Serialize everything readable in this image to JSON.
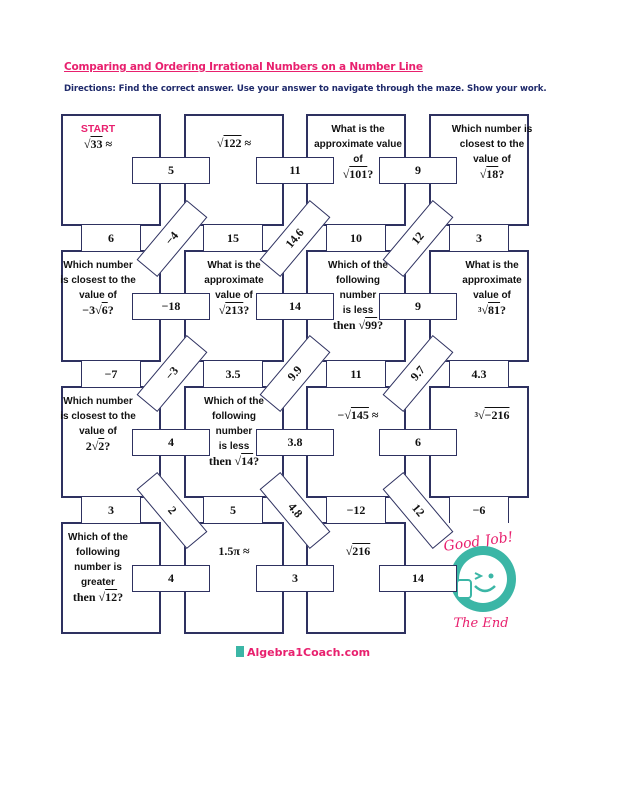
{
  "header": {
    "title": "Comparing and Ordering Irrational Numbers on a Number Line",
    "directions": "Directions: Find the correct answer. Use your answer to navigate through the maze. Show your work."
  },
  "cells": [
    {
      "start": "START",
      "lines": [],
      "math": {
        "pre": "",
        "root": "",
        "rad": "33",
        "post": " ≈"
      }
    },
    {
      "lines": [],
      "math": {
        "pre": "",
        "root": "",
        "rad": "122",
        "post": " ≈"
      }
    },
    {
      "lines": [
        "What is the",
        "approximate value",
        "of"
      ],
      "math": {
        "pre": "",
        "root": "",
        "rad": "101",
        "post": "?"
      }
    },
    {
      "lines": [
        "Which number is",
        "closest to the",
        "value of"
      ],
      "math": {
        "pre": "",
        "root": "",
        "rad": "18",
        "post": "?"
      }
    },
    {
      "lines": [
        "Which number",
        "is closest to the",
        "value of"
      ],
      "math": {
        "pre": "−3",
        "root": "",
        "rad": "6",
        "post": "?"
      }
    },
    {
      "lines": [
        "What is the",
        "approximate",
        "value of"
      ],
      "math": {
        "pre": "",
        "root": "",
        "rad": "213",
        "post": "?"
      }
    },
    {
      "lines": [
        "Which of the",
        "following",
        "number",
        "is less"
      ],
      "math": {
        "pre": "then ",
        "root": "",
        "rad": "99",
        "post": "?"
      }
    },
    {
      "lines": [
        "What is the",
        "approximate",
        "value of"
      ],
      "math": {
        "pre": "",
        "root": "3",
        "rad": "81",
        "post": "?"
      }
    },
    {
      "lines": [
        "Which number",
        "is closest to the",
        "value of"
      ],
      "math": {
        "pre": "2",
        "root": "",
        "rad": "2",
        "post": "?"
      }
    },
    {
      "lines": [
        "Which of the",
        "following",
        "number",
        "is less"
      ],
      "math": {
        "pre": "then ",
        "root": "",
        "rad": "14",
        "post": "?"
      }
    },
    {
      "lines": [],
      "math": {
        "pre": "−",
        "root": "",
        "rad": "145",
        "post": " ≈"
      }
    },
    {
      "lines": [],
      "math": {
        "pre": "",
        "root": "3",
        "rad": "−216",
        "post": ""
      }
    },
    {
      "lines": [
        "Which of the",
        "following",
        "number is",
        "greater"
      ],
      "math": {
        "pre": "then ",
        "root": "",
        "rad": "12",
        "post": "?"
      }
    },
    {
      "lines": [],
      "math": {
        "pre": "1.5π ≈",
        "nosqrt": true,
        "root": "",
        "rad": "",
        "post": ""
      }
    },
    {
      "lines": [],
      "math": {
        "pre": "",
        "root": "",
        "rad": "216",
        "post": ""
      }
    }
  ],
  "horizontal_answers": [
    [
      "5",
      "11",
      "9"
    ],
    [
      "−18",
      "14",
      "9"
    ],
    [
      "4",
      "3.8",
      "6"
    ],
    [
      "4",
      "3",
      "14"
    ]
  ],
  "vertical_answers": [
    [
      "6",
      "15",
      "10",
      "3"
    ],
    [
      "−7",
      "3.5",
      "11",
      "4.3"
    ],
    [
      "3",
      "5",
      "−12",
      "−6"
    ]
  ],
  "diagonal_answers": [
    [
      "−4",
      "14.6",
      "12"
    ],
    [
      "−3",
      "9.9",
      "9.7"
    ],
    [
      "2",
      "4.8",
      "12"
    ]
  ],
  "end": {
    "good_job": "Good Job!",
    "the_end": "The End"
  },
  "footer": {
    "site": "Algebra1Coach.com"
  },
  "colors": {
    "accent": "#e8206e",
    "border": "#2e3160",
    "teal": "#3bb6a6"
  }
}
